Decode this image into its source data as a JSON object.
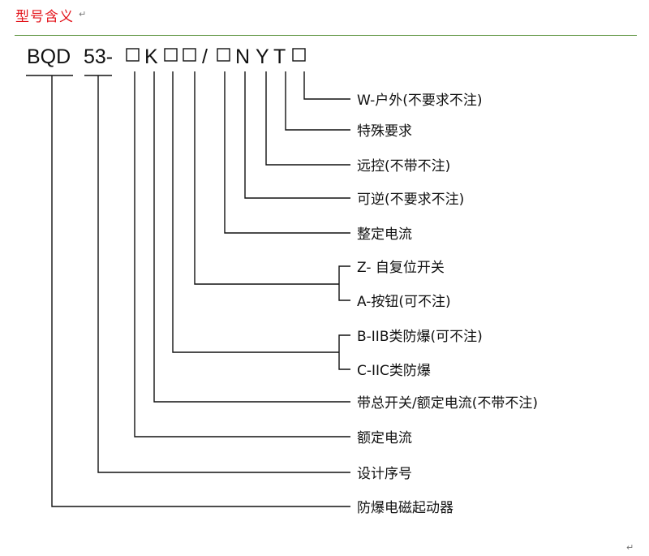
{
  "heading": "型号含义",
  "code": {
    "prefix": "BQD",
    "number": "53-",
    "k": "K",
    "slash": "/",
    "n": "N",
    "y": "Y",
    "t": "T"
  },
  "labels": [
    "W-户外(不要求不注)",
    "特殊要求",
    "远控(不带不注)",
    "可逆(不要求不注)",
    "整定电流",
    "Z- 自复位开关",
    "A-按钮(可不注)",
    "B-IIB类防爆(可不注)",
    "C-IIC类防爆",
    "带总开关/额定电流(不带不注)",
    "额定电流",
    "设计序号",
    "防爆电磁起动器"
  ]
}
